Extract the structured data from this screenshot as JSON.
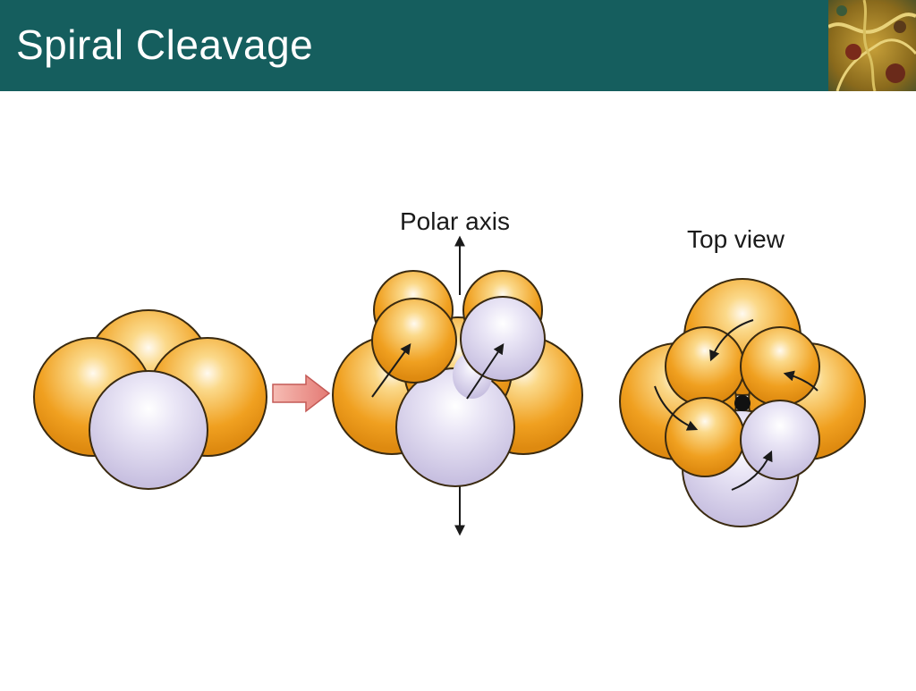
{
  "slide": {
    "title": "Spiral Cleavage"
  },
  "figure": {
    "polar_axis_label": "Polar axis",
    "top_view_label": "Top view"
  },
  "colors": {
    "header_bg": "#155e5e",
    "title_text": "#ffffff",
    "blastomere_orange": "#f0a020",
    "blastomere_lavender": "#d6d0ea",
    "transition_arrow": "#e88888"
  },
  "icons": {
    "corner": "leaf-texture-image",
    "transition": "right-arrow-icon"
  }
}
